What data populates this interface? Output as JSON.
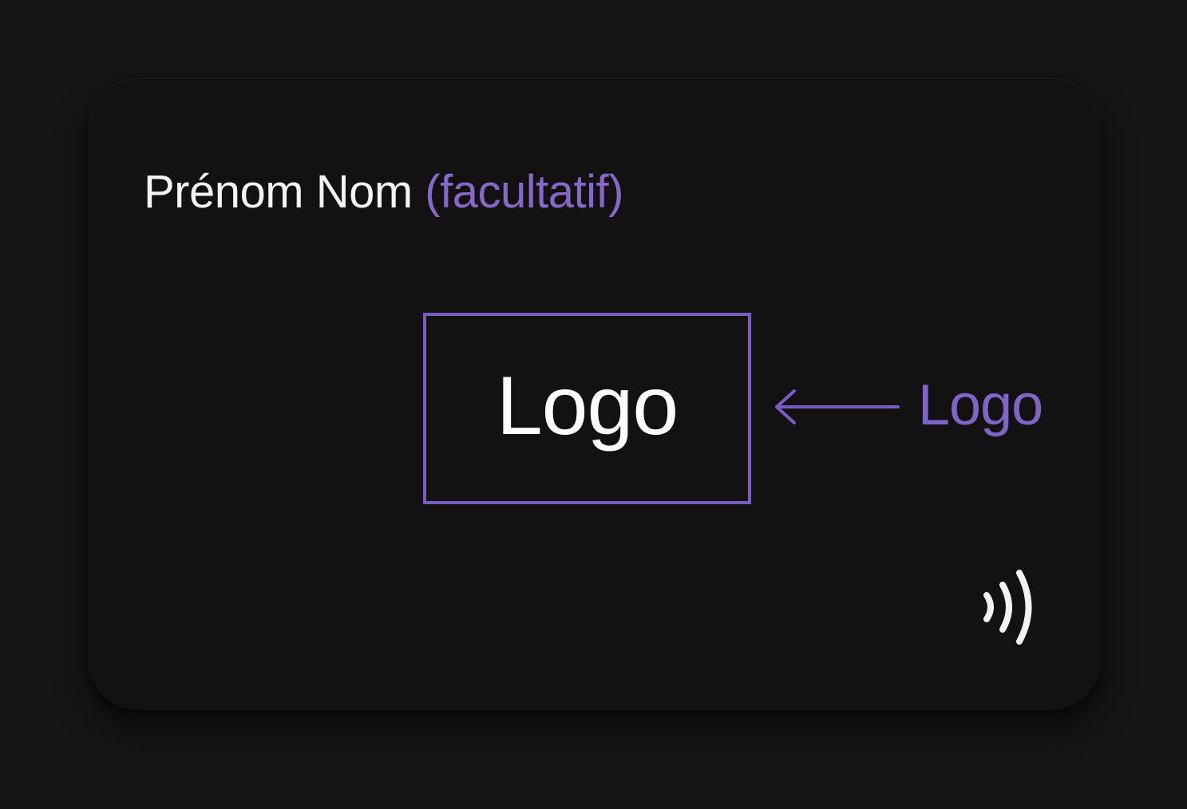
{
  "card": {
    "name_text": "Prénom Nom",
    "optional_text": "(facultatif)",
    "logo_box_text": "Logo",
    "logo_pointer_label": "Logo",
    "contactless_icon": "contactless-icon",
    "arrow_icon": "arrow-left-icon"
  },
  "colors": {
    "background": "#171516",
    "card": "#131112",
    "accent": "#7a5cc4",
    "text": "#ffffff"
  }
}
